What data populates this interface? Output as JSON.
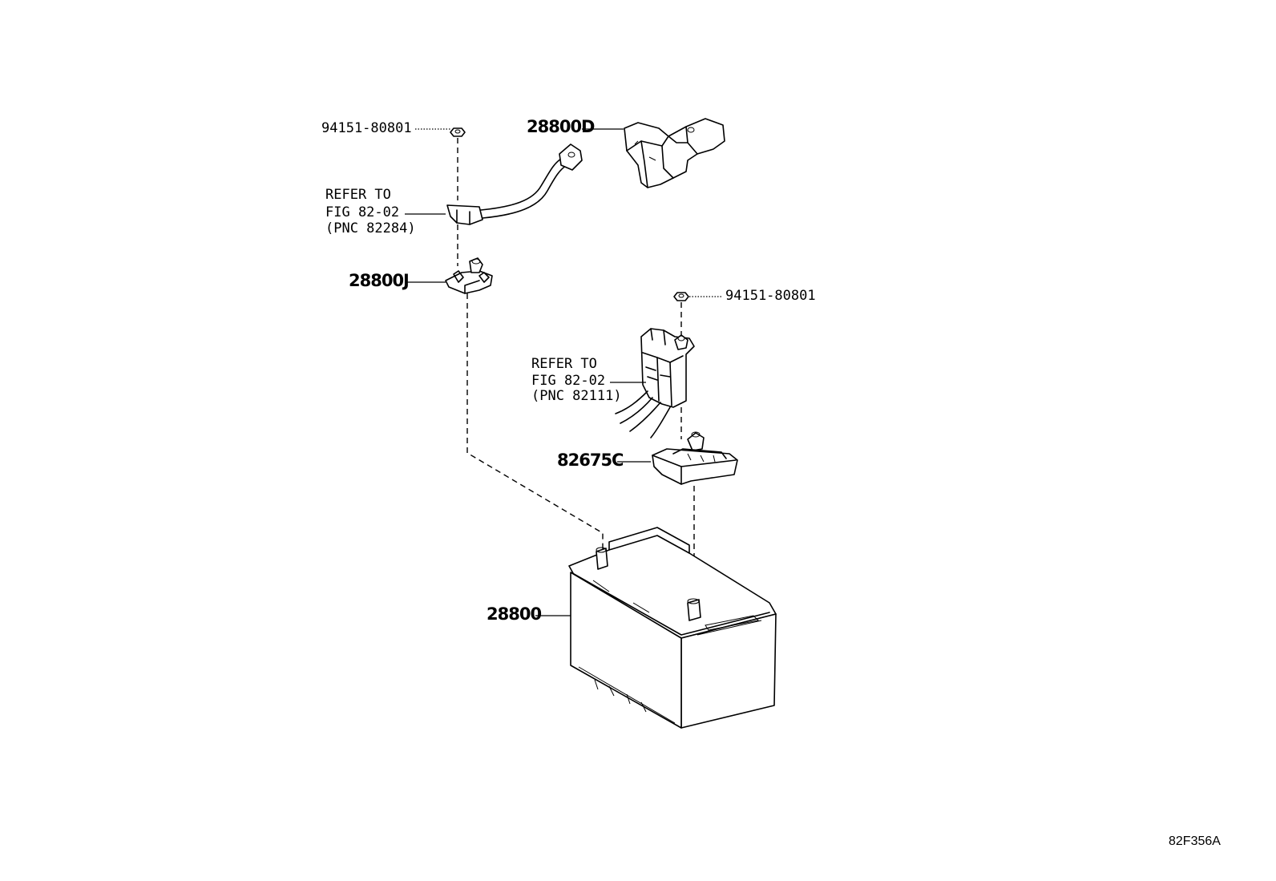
{
  "callouts": {
    "nut_top": "94151-80801",
    "cover_top": "28800D",
    "refer_a_line1": "REFER TO",
    "refer_a_line2": "FIG 82-02",
    "refer_a_line3": "(PNC 82284)",
    "clamp_left": "28800J",
    "nut_right": "94151-80801",
    "refer_b_line1": "REFER TO",
    "refer_b_line2": "FIG 82-02",
    "refer_b_line3": "(PNC 82111)",
    "cover_right": "82675C",
    "battery": "28800"
  },
  "figure_code": "82F356A"
}
